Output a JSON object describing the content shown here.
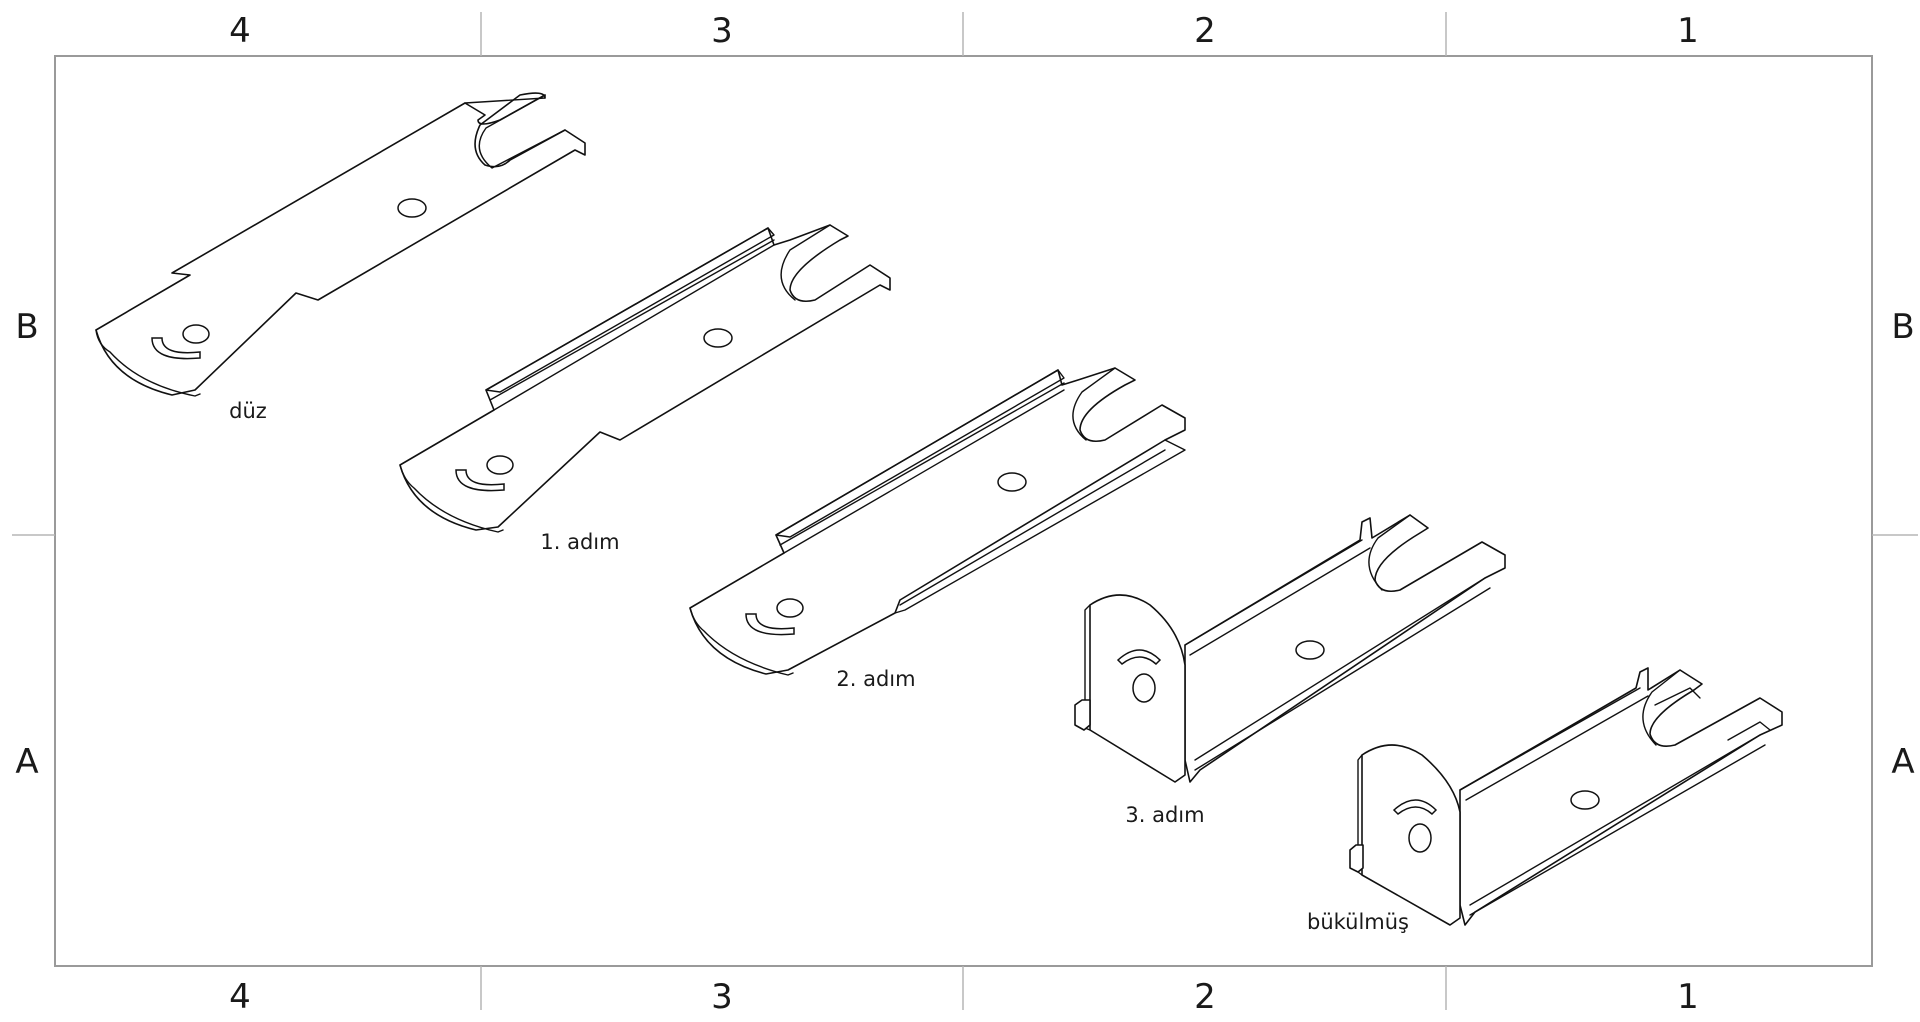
{
  "drawing": {
    "columns": [
      "4",
      "3",
      "2",
      "1"
    ],
    "rows": [
      "B",
      "A"
    ],
    "steps": [
      {
        "id": "duz",
        "caption": "düz"
      },
      {
        "id": "step1",
        "caption": "1. adım"
      },
      {
        "id": "step2",
        "caption": "2. adım"
      },
      {
        "id": "step3",
        "caption": "3. adım"
      },
      {
        "id": "bent",
        "caption": "bükülmüş"
      }
    ]
  },
  "colors": {
    "line": "#111111",
    "frame": "#9a9a9a",
    "background": "#ffffff"
  }
}
